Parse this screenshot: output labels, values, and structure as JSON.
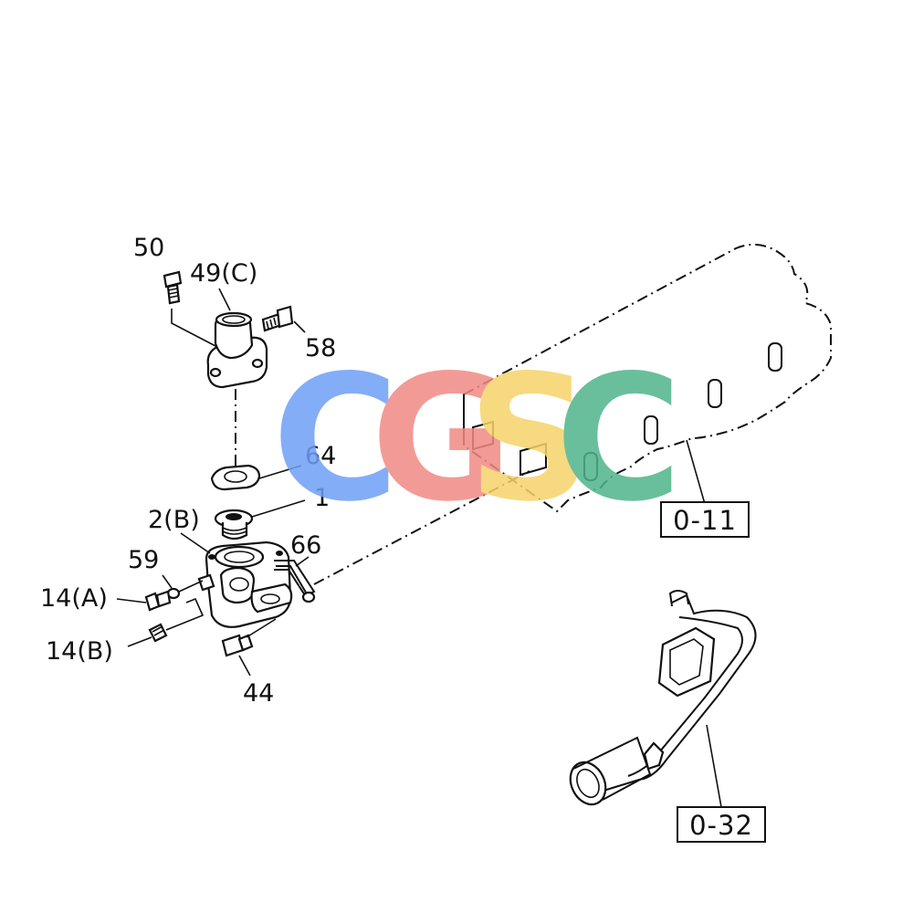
{
  "callouts": {
    "c50": "50",
    "c49c": "49(C)",
    "c58": "58",
    "c64": "64",
    "c1": "1",
    "c2b": "2(B)",
    "c66": "66",
    "c59": "59",
    "c14a": "14(A)",
    "c14b": "14(B)",
    "c44": "44"
  },
  "references": {
    "ref_cylinder_head": "0-11",
    "ref_water_pipe": "0-32"
  },
  "watermark": {
    "letters": [
      "C",
      "G",
      "S",
      "C"
    ],
    "colors": [
      "#6f9ff7",
      "#f08a84",
      "#f6d36a",
      "#4fb48a"
    ]
  }
}
